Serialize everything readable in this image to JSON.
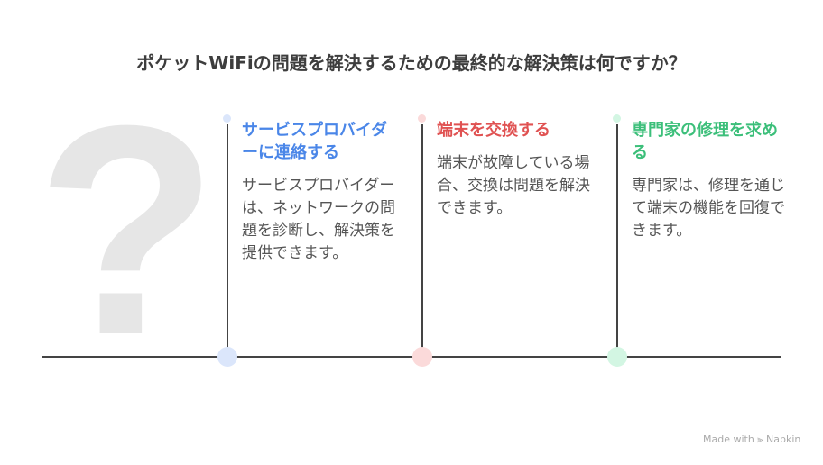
{
  "title": "ポケットWiFiの問題を解決するための最終的な解決策は何ですか？",
  "decor": "?",
  "steps": [
    {
      "heading": "サービスプロバイダーに連絡する",
      "body": "サービスプロバイダーは、ネットワークの問題を診断し、解決策を提供できます。",
      "color": "#4a86e8",
      "light": "#dbe6fb"
    },
    {
      "heading": "端末を交換する",
      "body": "端末が故障している場合、交換は問題を解決できます。",
      "color": "#e05252",
      "light": "#fbdada"
    },
    {
      "heading": "専門家の修理を求める",
      "body": "専門家は、修理を通じて端末の機能を回復できます。",
      "color": "#3cbf7a",
      "light": "#d3f6e3"
    }
  ],
  "footer": "Made with ⫸ Napkin"
}
